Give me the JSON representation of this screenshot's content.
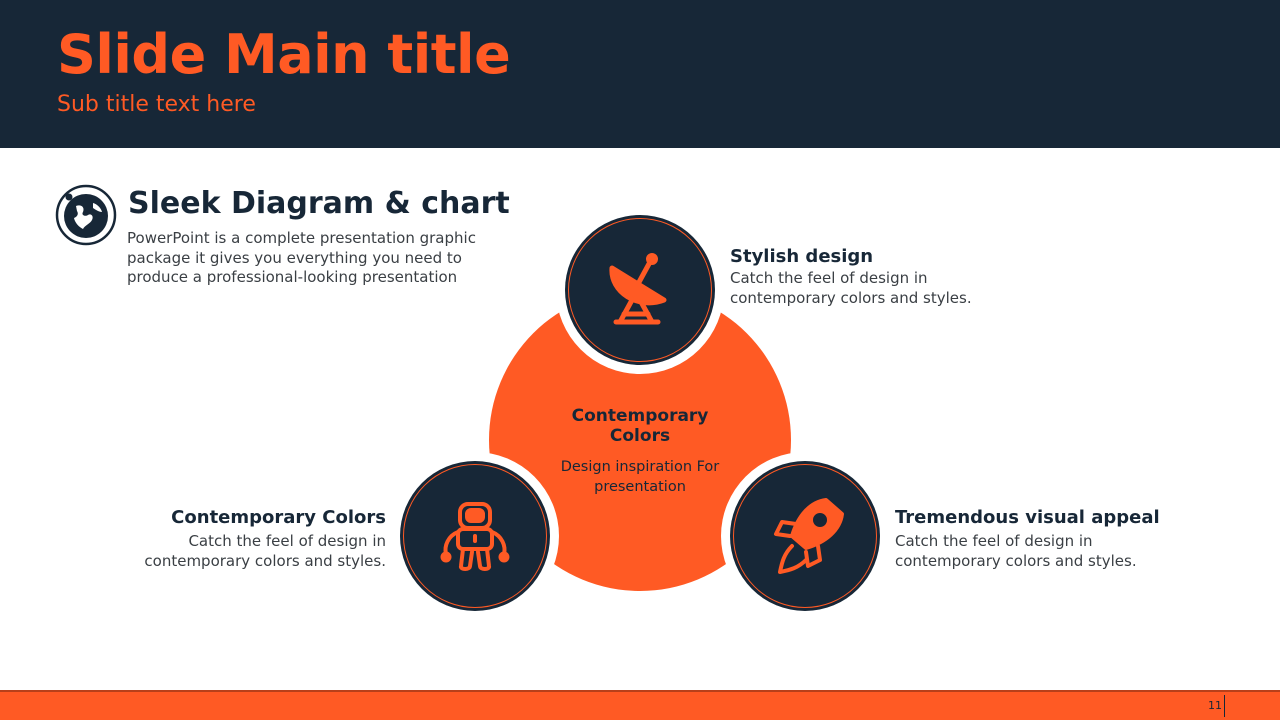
{
  "header": {
    "title": "Slide Main title",
    "subtitle": "Sub title text here"
  },
  "section": {
    "icon": "globe-icon",
    "heading": "Sleek Diagram & chart",
    "description": "PowerPoint is a complete presentation graphic package it gives you everything you need to produce a professional-looking presentation"
  },
  "diagram": {
    "center": {
      "title": "Contemporary Colors",
      "description": "Design inspiration For presentation"
    },
    "items": [
      {
        "icon": "satellite-dish-icon",
        "title": "Stylish design",
        "description": "Catch the feel of design in contemporary colors and styles."
      },
      {
        "icon": "astronaut-icon",
        "title": "Contemporary Colors",
        "description": "Catch the feel of design in contemporary colors and styles."
      },
      {
        "icon": "rocket-icon",
        "title": "Tremendous visual appeal",
        "description": "Catch the feel of design in contemporary colors and styles."
      }
    ]
  },
  "colors": {
    "navy": "#172737",
    "orange": "#ff5a24",
    "white": "#ffffff"
  },
  "footer": {
    "page_number": "11"
  }
}
